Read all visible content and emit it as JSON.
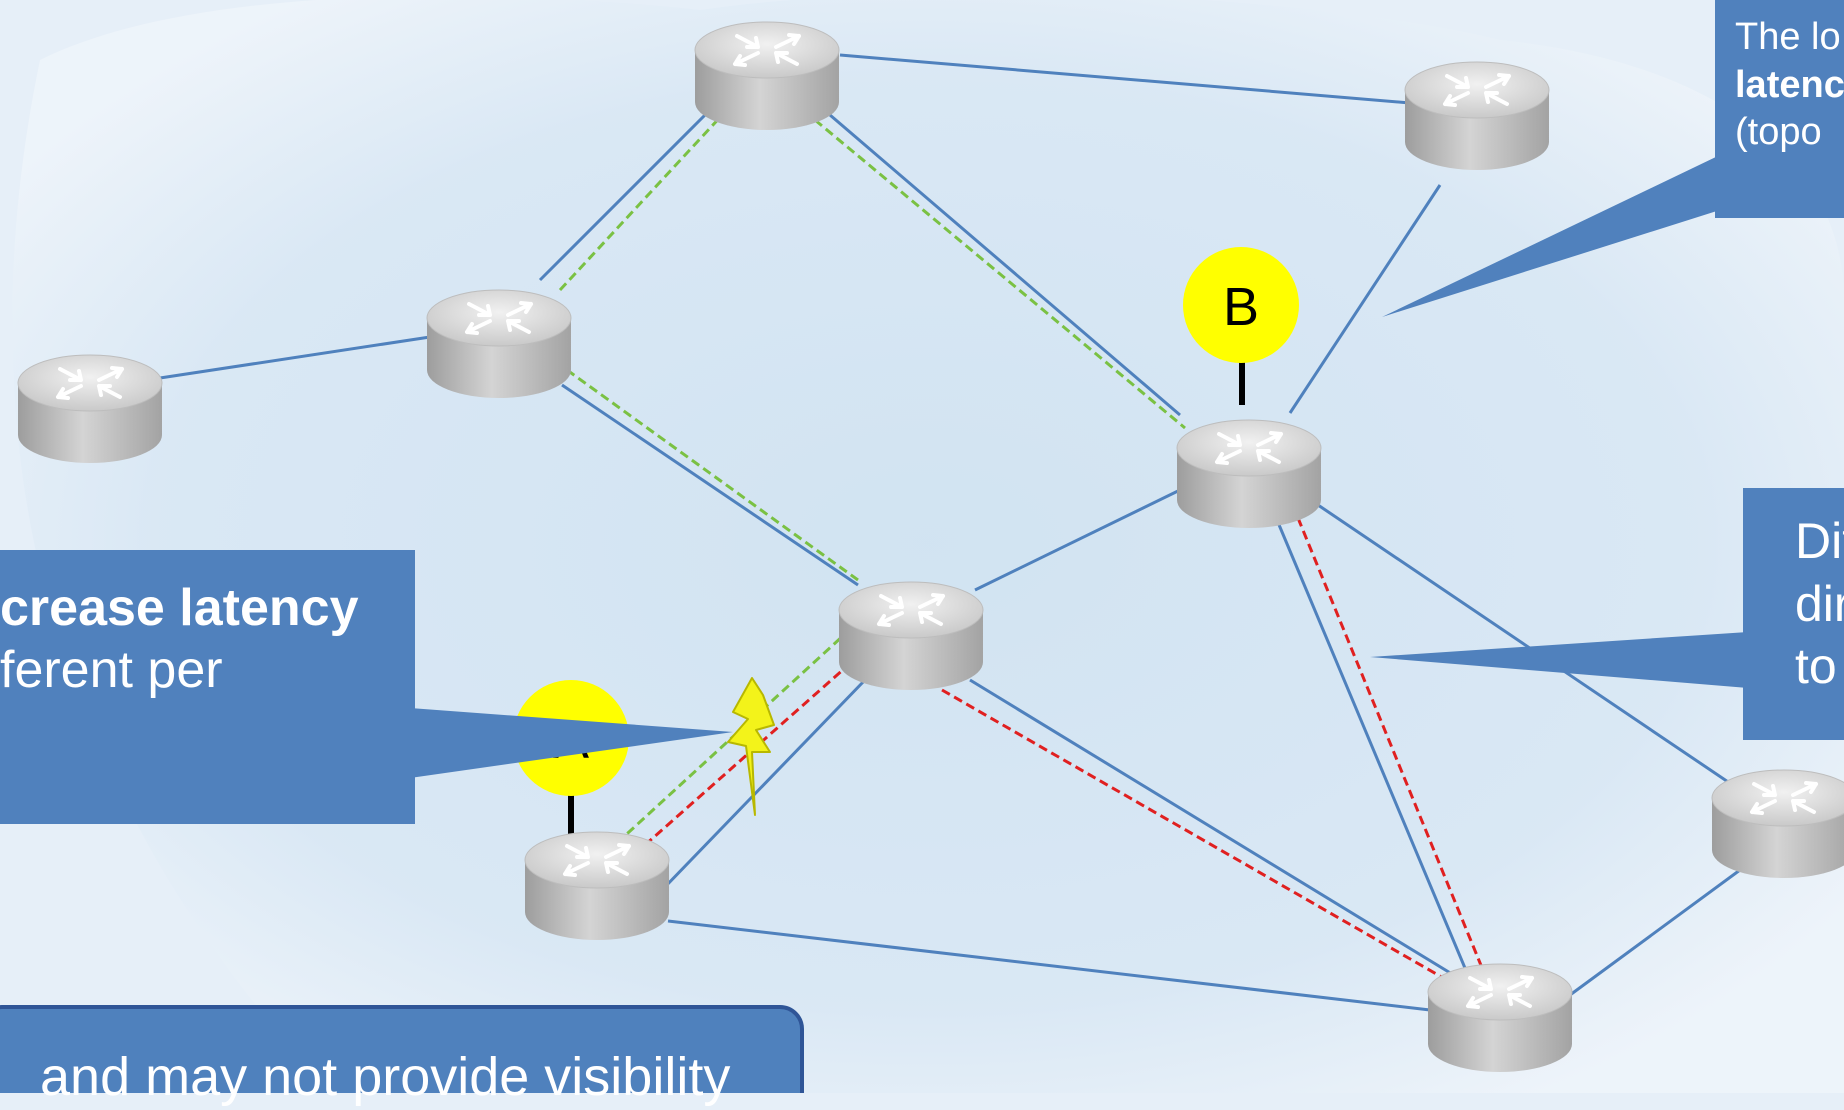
{
  "colors": {
    "callout_box": "#5081BD",
    "link_line": "#4F81BD",
    "path_green": "#7AC143",
    "path_red": "#E02020",
    "endpoint": "#FFFF00",
    "lightning": "#F3F31A"
  },
  "endpoints": {
    "a_label": "A",
    "b_label": "B"
  },
  "callouts": {
    "left": {
      "line1_bold": "crease latency",
      "line2": "ferent per"
    },
    "top_right": {
      "line1": "The lo",
      "line2_bold": "latenc",
      "line3": "(topo"
    },
    "right": {
      "line1": "Diff",
      "line2": "dire",
      "line3": "to a"
    },
    "bottom": {
      "line1": "and may not provide visibility"
    }
  },
  "icons": {
    "router": "router-icon",
    "failure": "lightning-icon"
  }
}
